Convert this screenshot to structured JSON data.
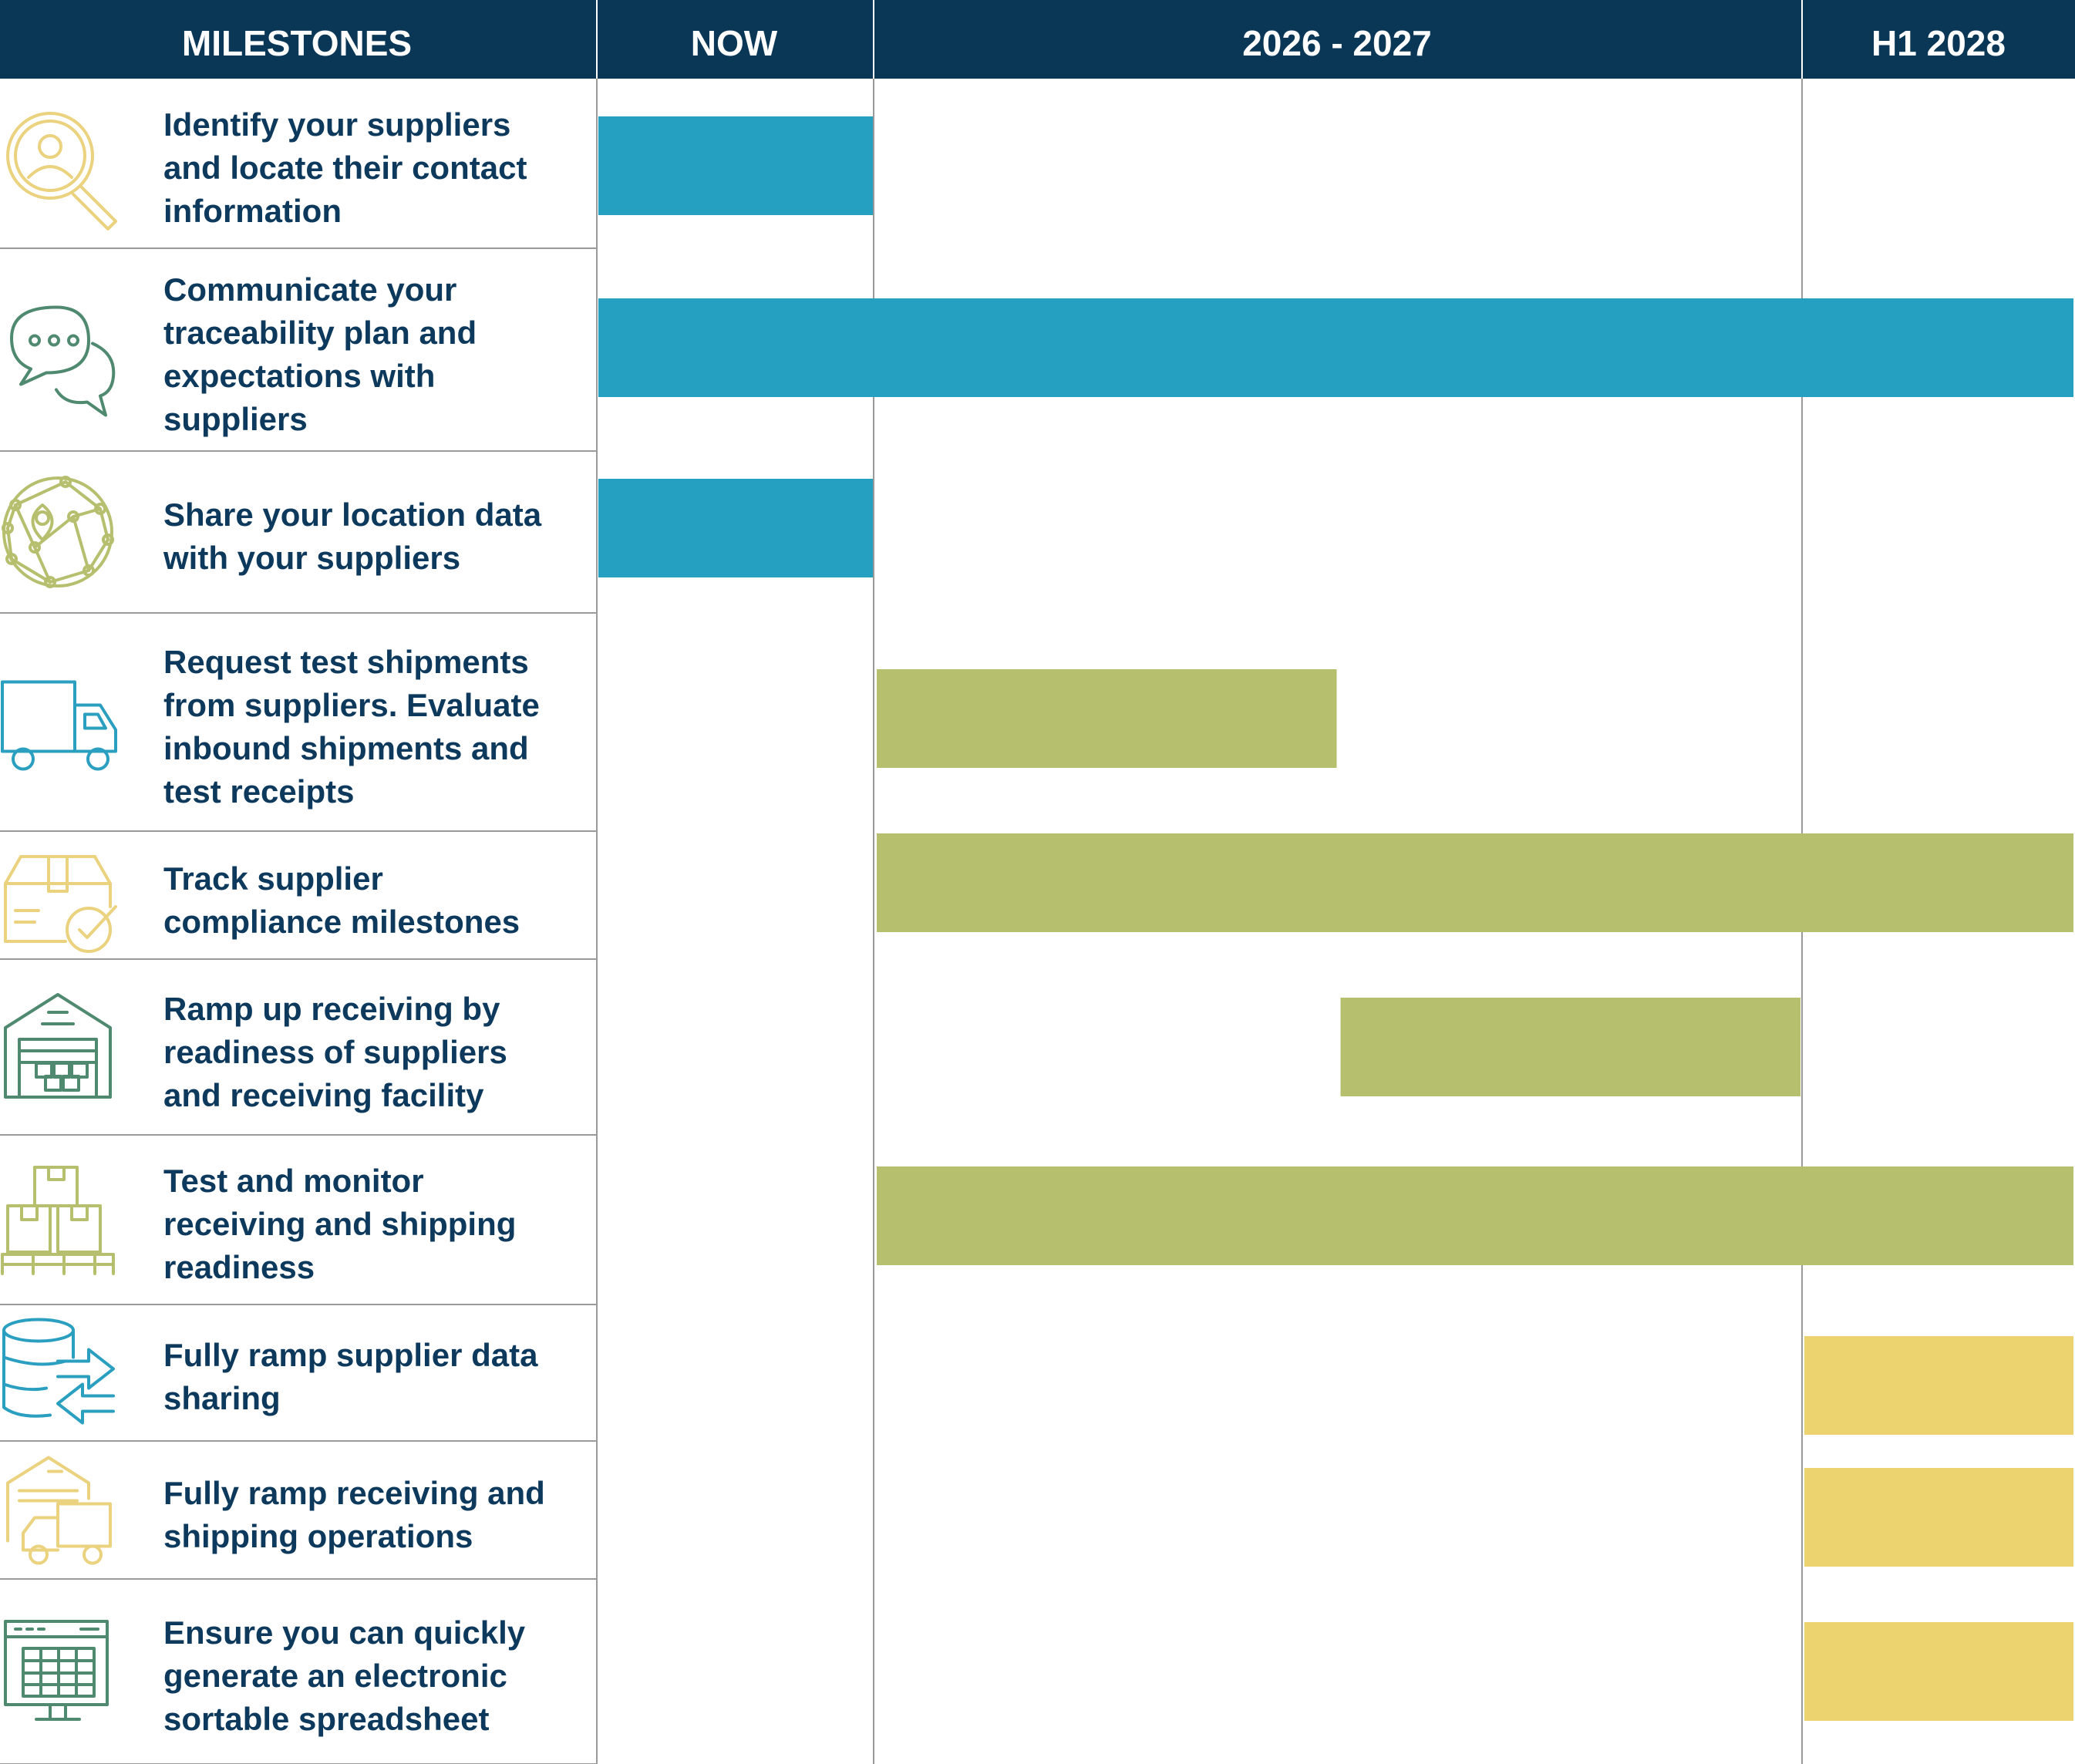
{
  "colors": {
    "header_bg": "#0b3757",
    "phase_1": "#25a0c0",
    "phase_2": "#b6bf6e",
    "phase_3": "#edd270",
    "text": "#0d3a5c",
    "grid": "#9a9a9a",
    "icon_yellow": "#ead27e",
    "icon_green": "#4f8a70",
    "icon_olive": "#b6bf6e",
    "icon_blue": "#2b9fc0"
  },
  "chart_data": {
    "type": "gantt",
    "columns": [
      {
        "label": "MILESTONES"
      },
      {
        "label": "NOW"
      },
      {
        "label": "2026 - 2027"
      },
      {
        "label": "H1 2028"
      }
    ],
    "periods": [
      "NOW",
      "2026 - 2027",
      "H1 2028"
    ],
    "tasks": [
      {
        "icon": "person-search-icon",
        "icon_color": "icon_yellow",
        "lines": [
          "Identify your suppliers",
          "and locate their contact",
          "information"
        ],
        "start": 0,
        "end": 1,
        "color": "phase_1"
      },
      {
        "icon": "chat-bubbles-icon",
        "icon_color": "icon_green",
        "lines": [
          "Communicate your",
          "traceability plan and",
          "expectations with",
          "suppliers"
        ],
        "start": 0,
        "end": 3,
        "color": "phase_1"
      },
      {
        "icon": "location-network-icon",
        "icon_color": "icon_olive",
        "lines": [
          "Share your location data",
          "with your suppliers"
        ],
        "start": 0,
        "end": 1,
        "color": "phase_1"
      },
      {
        "icon": "truck-icon",
        "icon_color": "icon_blue",
        "lines": [
          "Request test shipments",
          "from suppliers. Evaluate",
          "inbound shipments and",
          "test receipts"
        ],
        "start": 1,
        "end": 1.5,
        "color": "phase_2"
      },
      {
        "icon": "box-check-icon",
        "icon_color": "icon_yellow",
        "lines": [
          "Track supplier",
          "compliance milestones"
        ],
        "start": 1,
        "end": 3,
        "color": "phase_2"
      },
      {
        "icon": "warehouse-icon",
        "icon_color": "icon_green",
        "lines": [
          "Ramp up receiving by",
          "readiness of suppliers",
          "and receiving facility"
        ],
        "start": 1.5,
        "end": 2,
        "color": "phase_2"
      },
      {
        "icon": "pallet-boxes-icon",
        "icon_color": "icon_olive",
        "lines": [
          "Test and monitor",
          "receiving and shipping",
          "readiness"
        ],
        "start": 1,
        "end": 3,
        "color": "phase_2"
      },
      {
        "icon": "database-transfer-icon",
        "icon_color": "icon_blue",
        "lines": [
          "Fully ramp supplier data",
          "sharing"
        ],
        "start": 2,
        "end": 3,
        "color": "phase_3"
      },
      {
        "icon": "warehouse-truck-icon",
        "icon_color": "icon_yellow",
        "lines": [
          "Fully ramp receiving and",
          "shipping operations"
        ],
        "start": 2,
        "end": 3,
        "color": "phase_3"
      },
      {
        "icon": "spreadsheet-monitor-icon",
        "icon_color": "icon_green",
        "lines": [
          "Ensure you can quickly",
          "generate an electronic",
          "sortable spreadsheet"
        ],
        "start": 2,
        "end": 3,
        "color": "phase_3"
      }
    ]
  }
}
